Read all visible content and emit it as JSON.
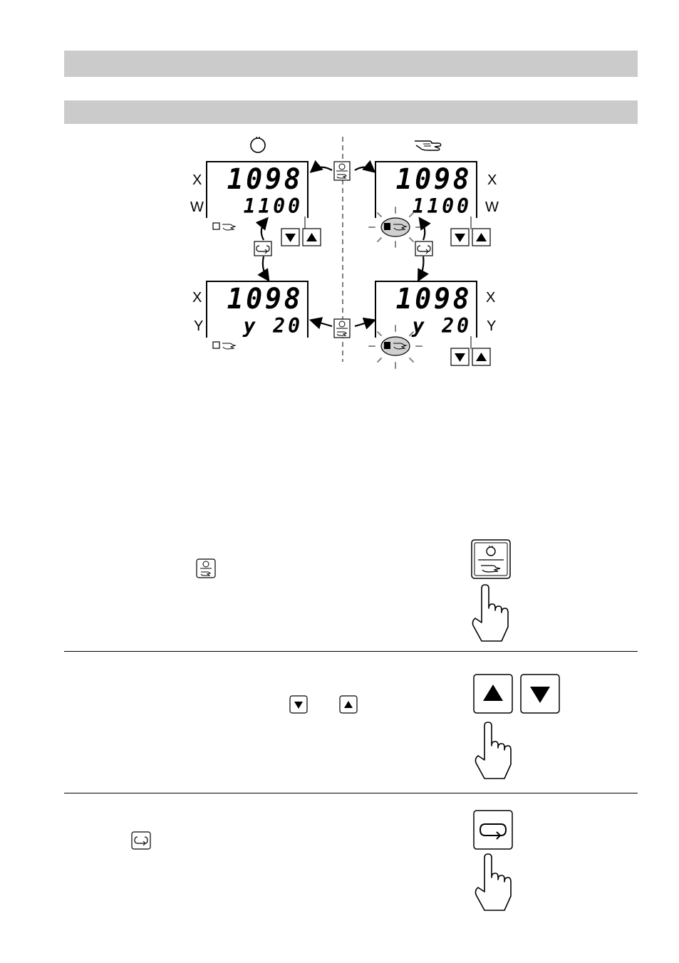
{
  "lcd_top_left": {
    "line1": "1098",
    "line2": "1100"
  },
  "lcd_top_right": {
    "line1": "1098",
    "line2": "1100"
  },
  "lcd_bot_left": {
    "line1": "1098",
    "line2": "y 20"
  },
  "lcd_bot_right": {
    "line1": "1098",
    "line2": "y 20"
  },
  "axis_labels": {
    "x": "X",
    "w": "W",
    "y": "Y"
  },
  "icons": {
    "auto_mode": "auto-mode-circle-icon",
    "manual_mode": "manual-hand-icon",
    "auto_manual_key": "auto-manual-key-icon",
    "cycle_key": "cycle-key-icon",
    "up_key": "up-arrow-key-icon",
    "down_key": "down-arrow-key-icon",
    "pointing_hand": "pointing-hand-icon"
  },
  "colors": {
    "bar": "#cbcbcb",
    "led_fill": "#d0d0d0",
    "ink": "#000000"
  }
}
